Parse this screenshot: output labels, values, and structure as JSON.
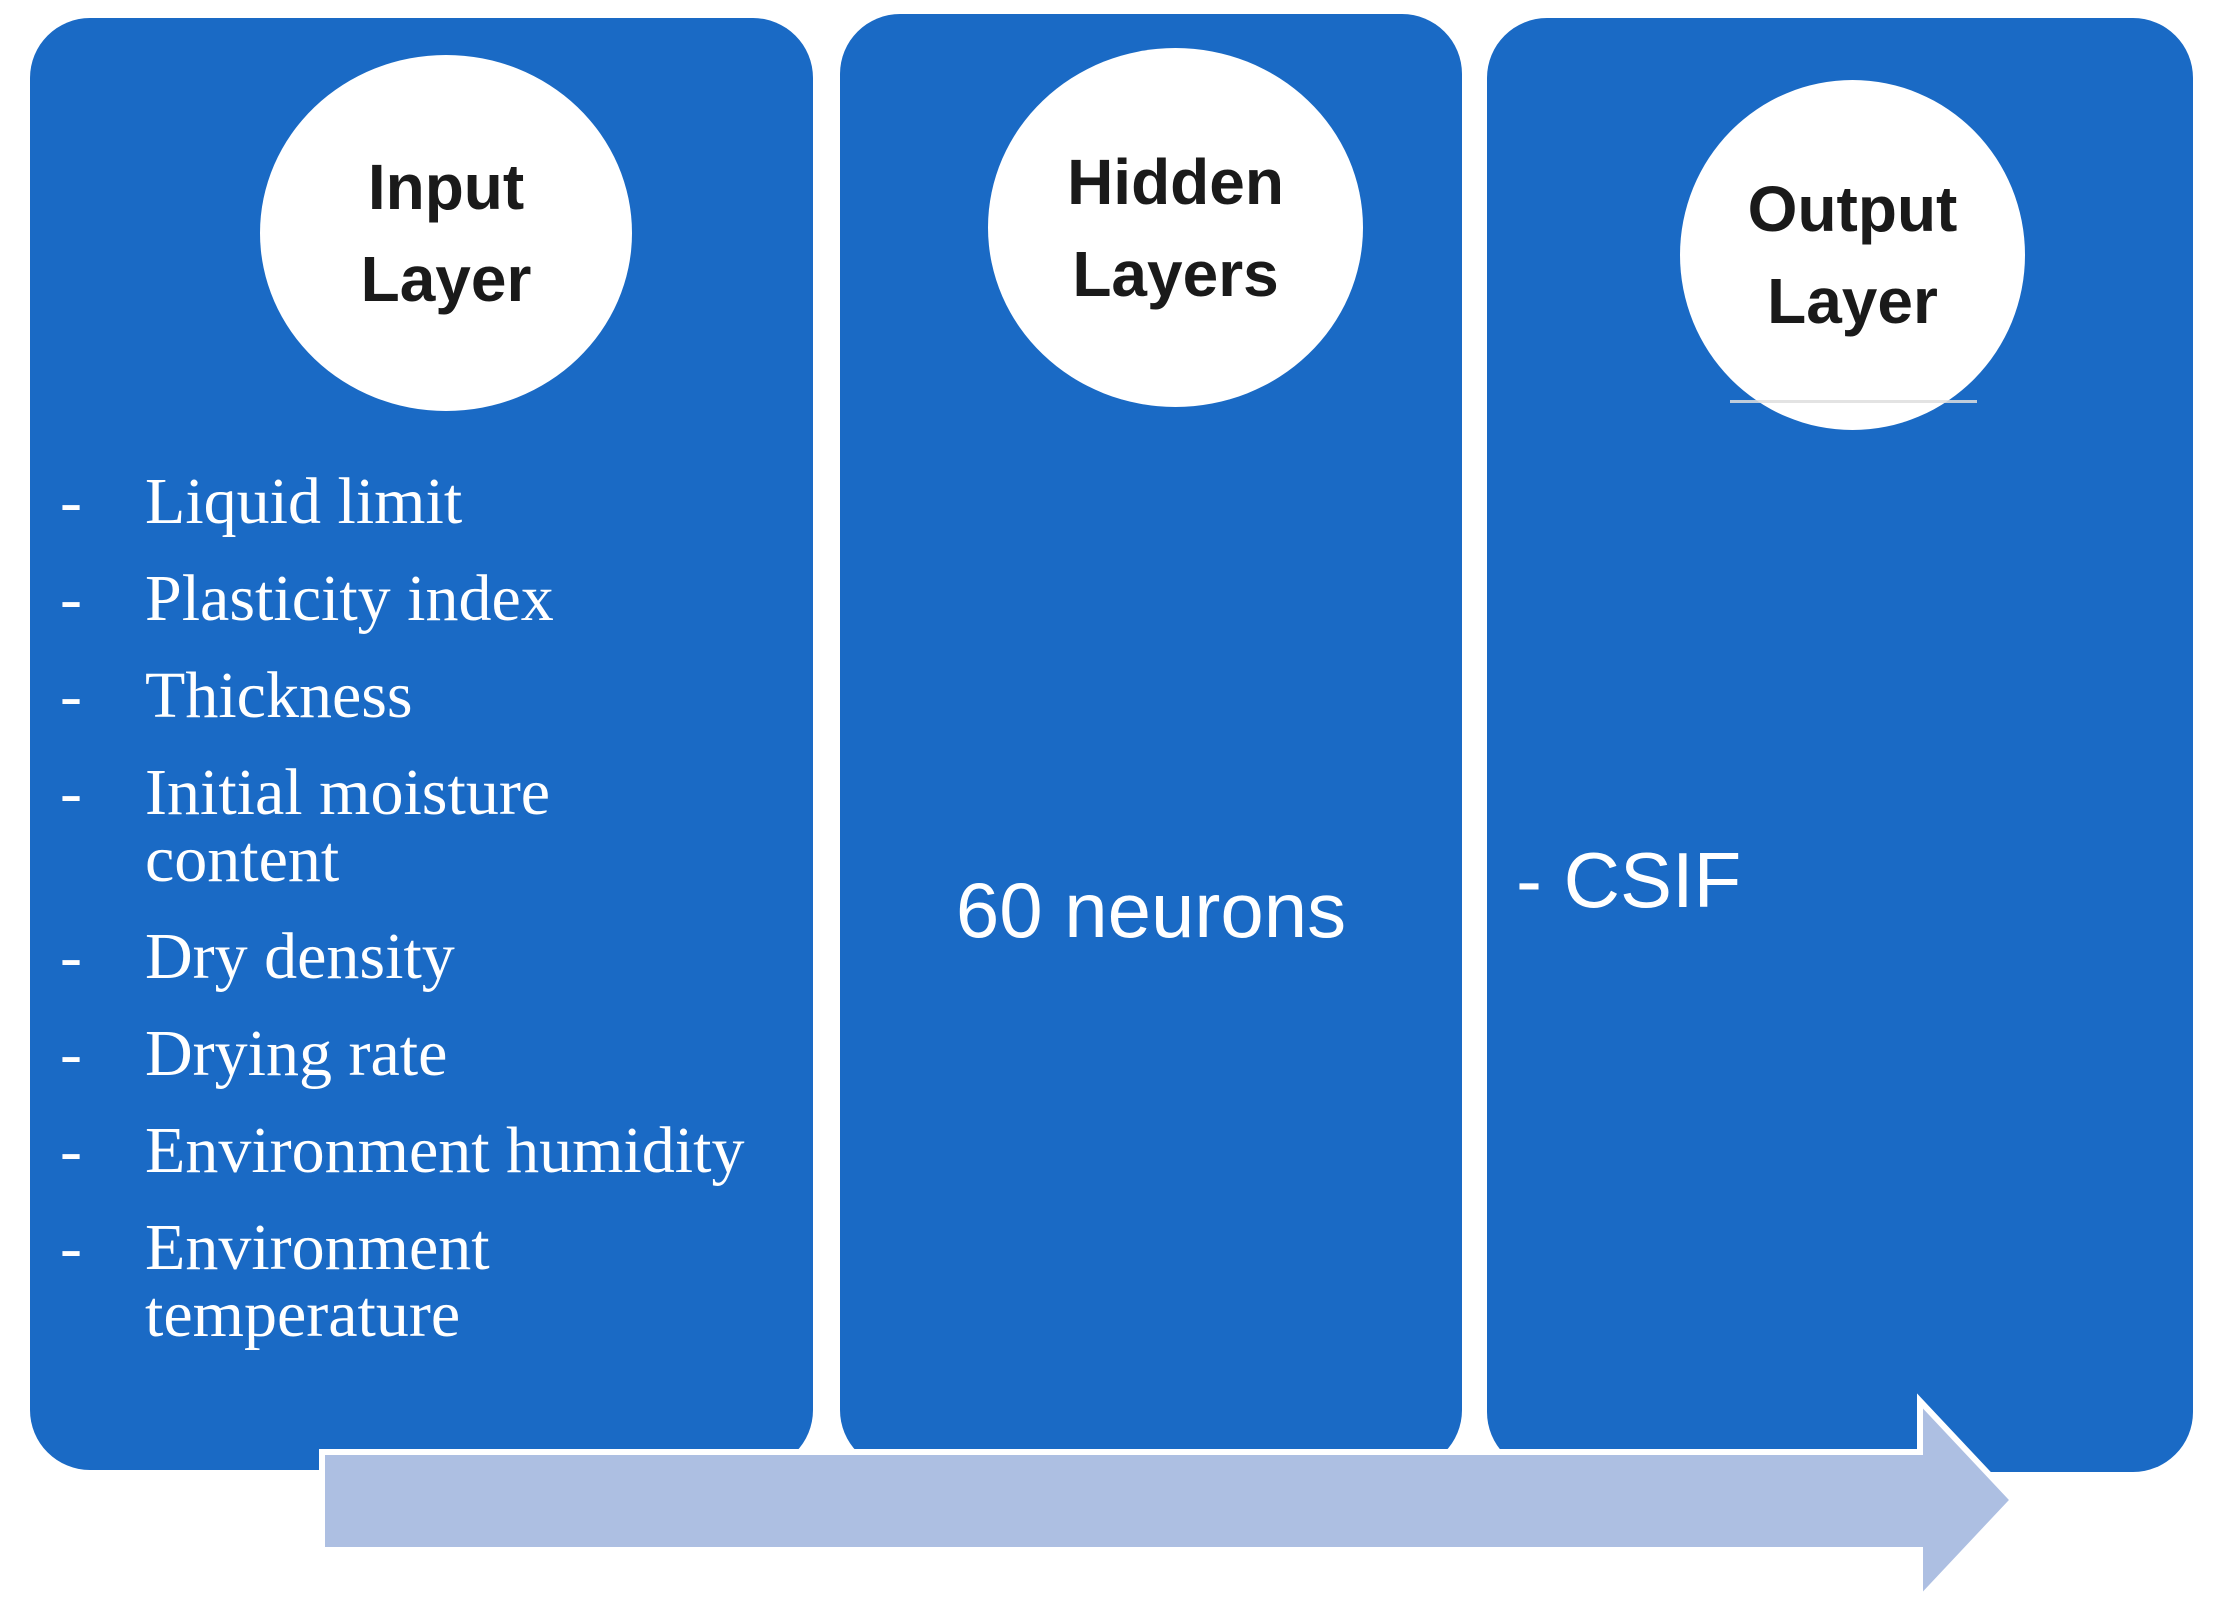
{
  "bullet_char": "-",
  "panels": [
    {
      "name": "input-layer",
      "title_lines": [
        "Input",
        "Layer"
      ],
      "items": [
        "Liquid limit",
        "Plasticity index",
        "Thickness",
        "Initial moisture content",
        "Dry density",
        "Drying rate",
        "Environment humidity",
        "Environment temperature"
      ]
    },
    {
      "name": "hidden-layers",
      "title_lines": [
        "Hidden",
        "Layers"
      ],
      "body": "60 neurons"
    },
    {
      "name": "output-layer",
      "title_lines": [
        "Output",
        "Layer"
      ],
      "body": "- CSIF"
    }
  ],
  "colors": {
    "panel_blue": "#1A6AC5",
    "arrow_fill": "#ADBFE2",
    "arrow_stroke": "#FFFFFF",
    "title_text": "#1A1A1A",
    "list_text": "#FFFFFF"
  }
}
